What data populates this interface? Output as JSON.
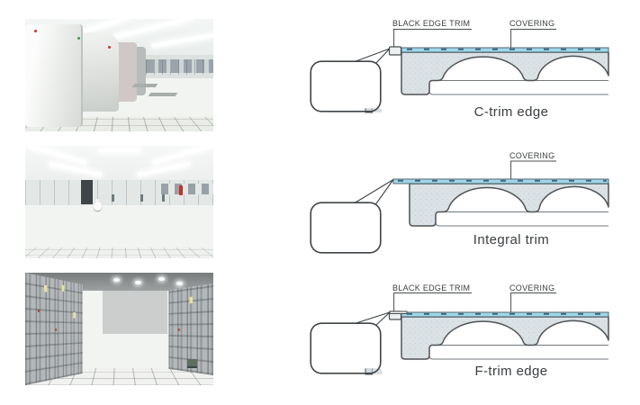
{
  "colors": {
    "covering_blue": "#9fd6ec",
    "covering_dash": "#3d6575",
    "panel_gray": "#dbe2e6",
    "panel_speckle": "#c6d0d5",
    "outline": "#4f5356",
    "dark_trim_bar": "#43484b",
    "text": "#3a3e40"
  },
  "photos": [
    {
      "alt": "SMT production line in a cleanroom on raised access floor"
    },
    {
      "alt": "Empty cleanroom hall with anti-static raised floor tiles and a worker"
    },
    {
      "alt": "Electrical switchgear room with raised floor walkway between cabinets"
    }
  ],
  "diagrams": [
    {
      "labels": {
        "trim": "BLACK EDGE TRIM",
        "covering": "COVERING"
      },
      "caption": "C-trim edge"
    },
    {
      "labels": {
        "covering": "COVERING"
      },
      "caption": "Integral trim"
    },
    {
      "labels": {
        "trim": "BLACK EDGE TRIM",
        "covering": "COVERING"
      },
      "caption": "F-trim edge"
    }
  ]
}
